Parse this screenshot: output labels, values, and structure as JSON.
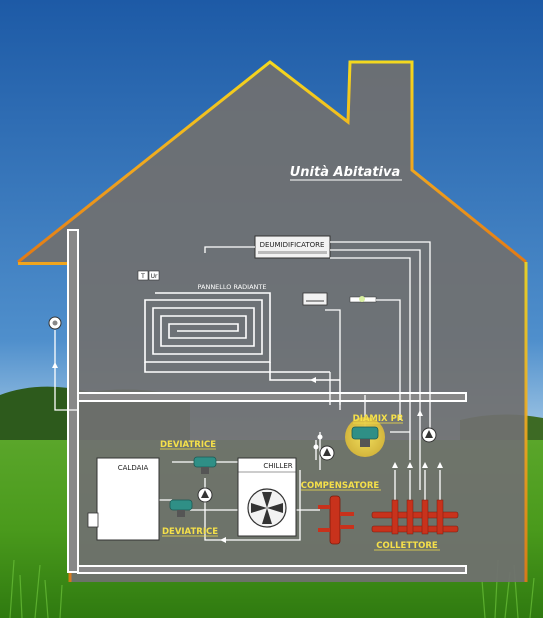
{
  "title": "Unità Abitativa",
  "labels": {
    "deumidificatore": "DEUMIDIFICATORE",
    "t": "T",
    "ur": "Ur",
    "pannello_radiante": "PANNELLO RADIANTE",
    "diamix": "DIAMIX PR",
    "deviatrice_top": "DEVIATRICE",
    "deviatrice_bottom": "DEVIATRICE",
    "caldaia": "CALDAIA",
    "chiller": "CHILLER",
    "compensatore": "COMPENSATORE",
    "collettore": "COLLETTORE"
  },
  "colors": {
    "sky_top": "#1f5fa8",
    "sky_bottom": "#bcd9ee",
    "grass": "#4f9a1e",
    "house": "#6c6c6c",
    "outline_yellow": "#f2d21a",
    "outline_orange": "#e8891a",
    "highlight_text": "#f5e04a",
    "pipe": "#ffffff",
    "collettore_red": "#c8321c",
    "valve_teal": "#2f8f86"
  }
}
